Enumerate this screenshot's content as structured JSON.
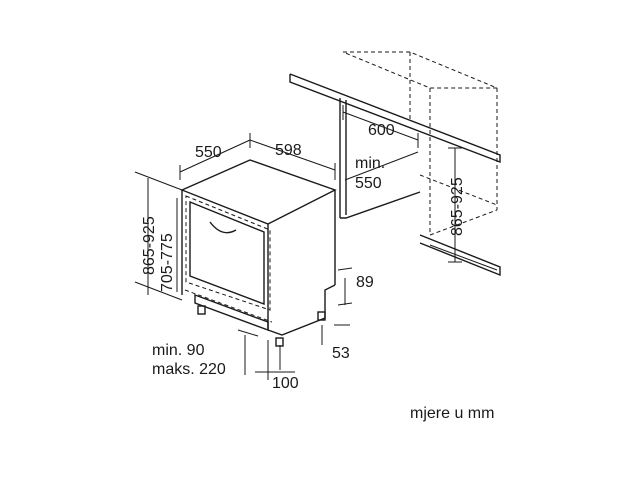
{
  "dimensions": {
    "depth": "550",
    "width": "598",
    "niche_width": "600",
    "niche_min_depth_label": "min.",
    "niche_min_depth": "550",
    "niche_height": "865-925",
    "total_height": "865-925",
    "body_height": "705-775",
    "kick_height": "89",
    "foot_offset": "53",
    "plinth_min": "min. 90",
    "plinth_max": "maks. 220",
    "foot_setback": "100"
  },
  "note": "mjere u mm"
}
